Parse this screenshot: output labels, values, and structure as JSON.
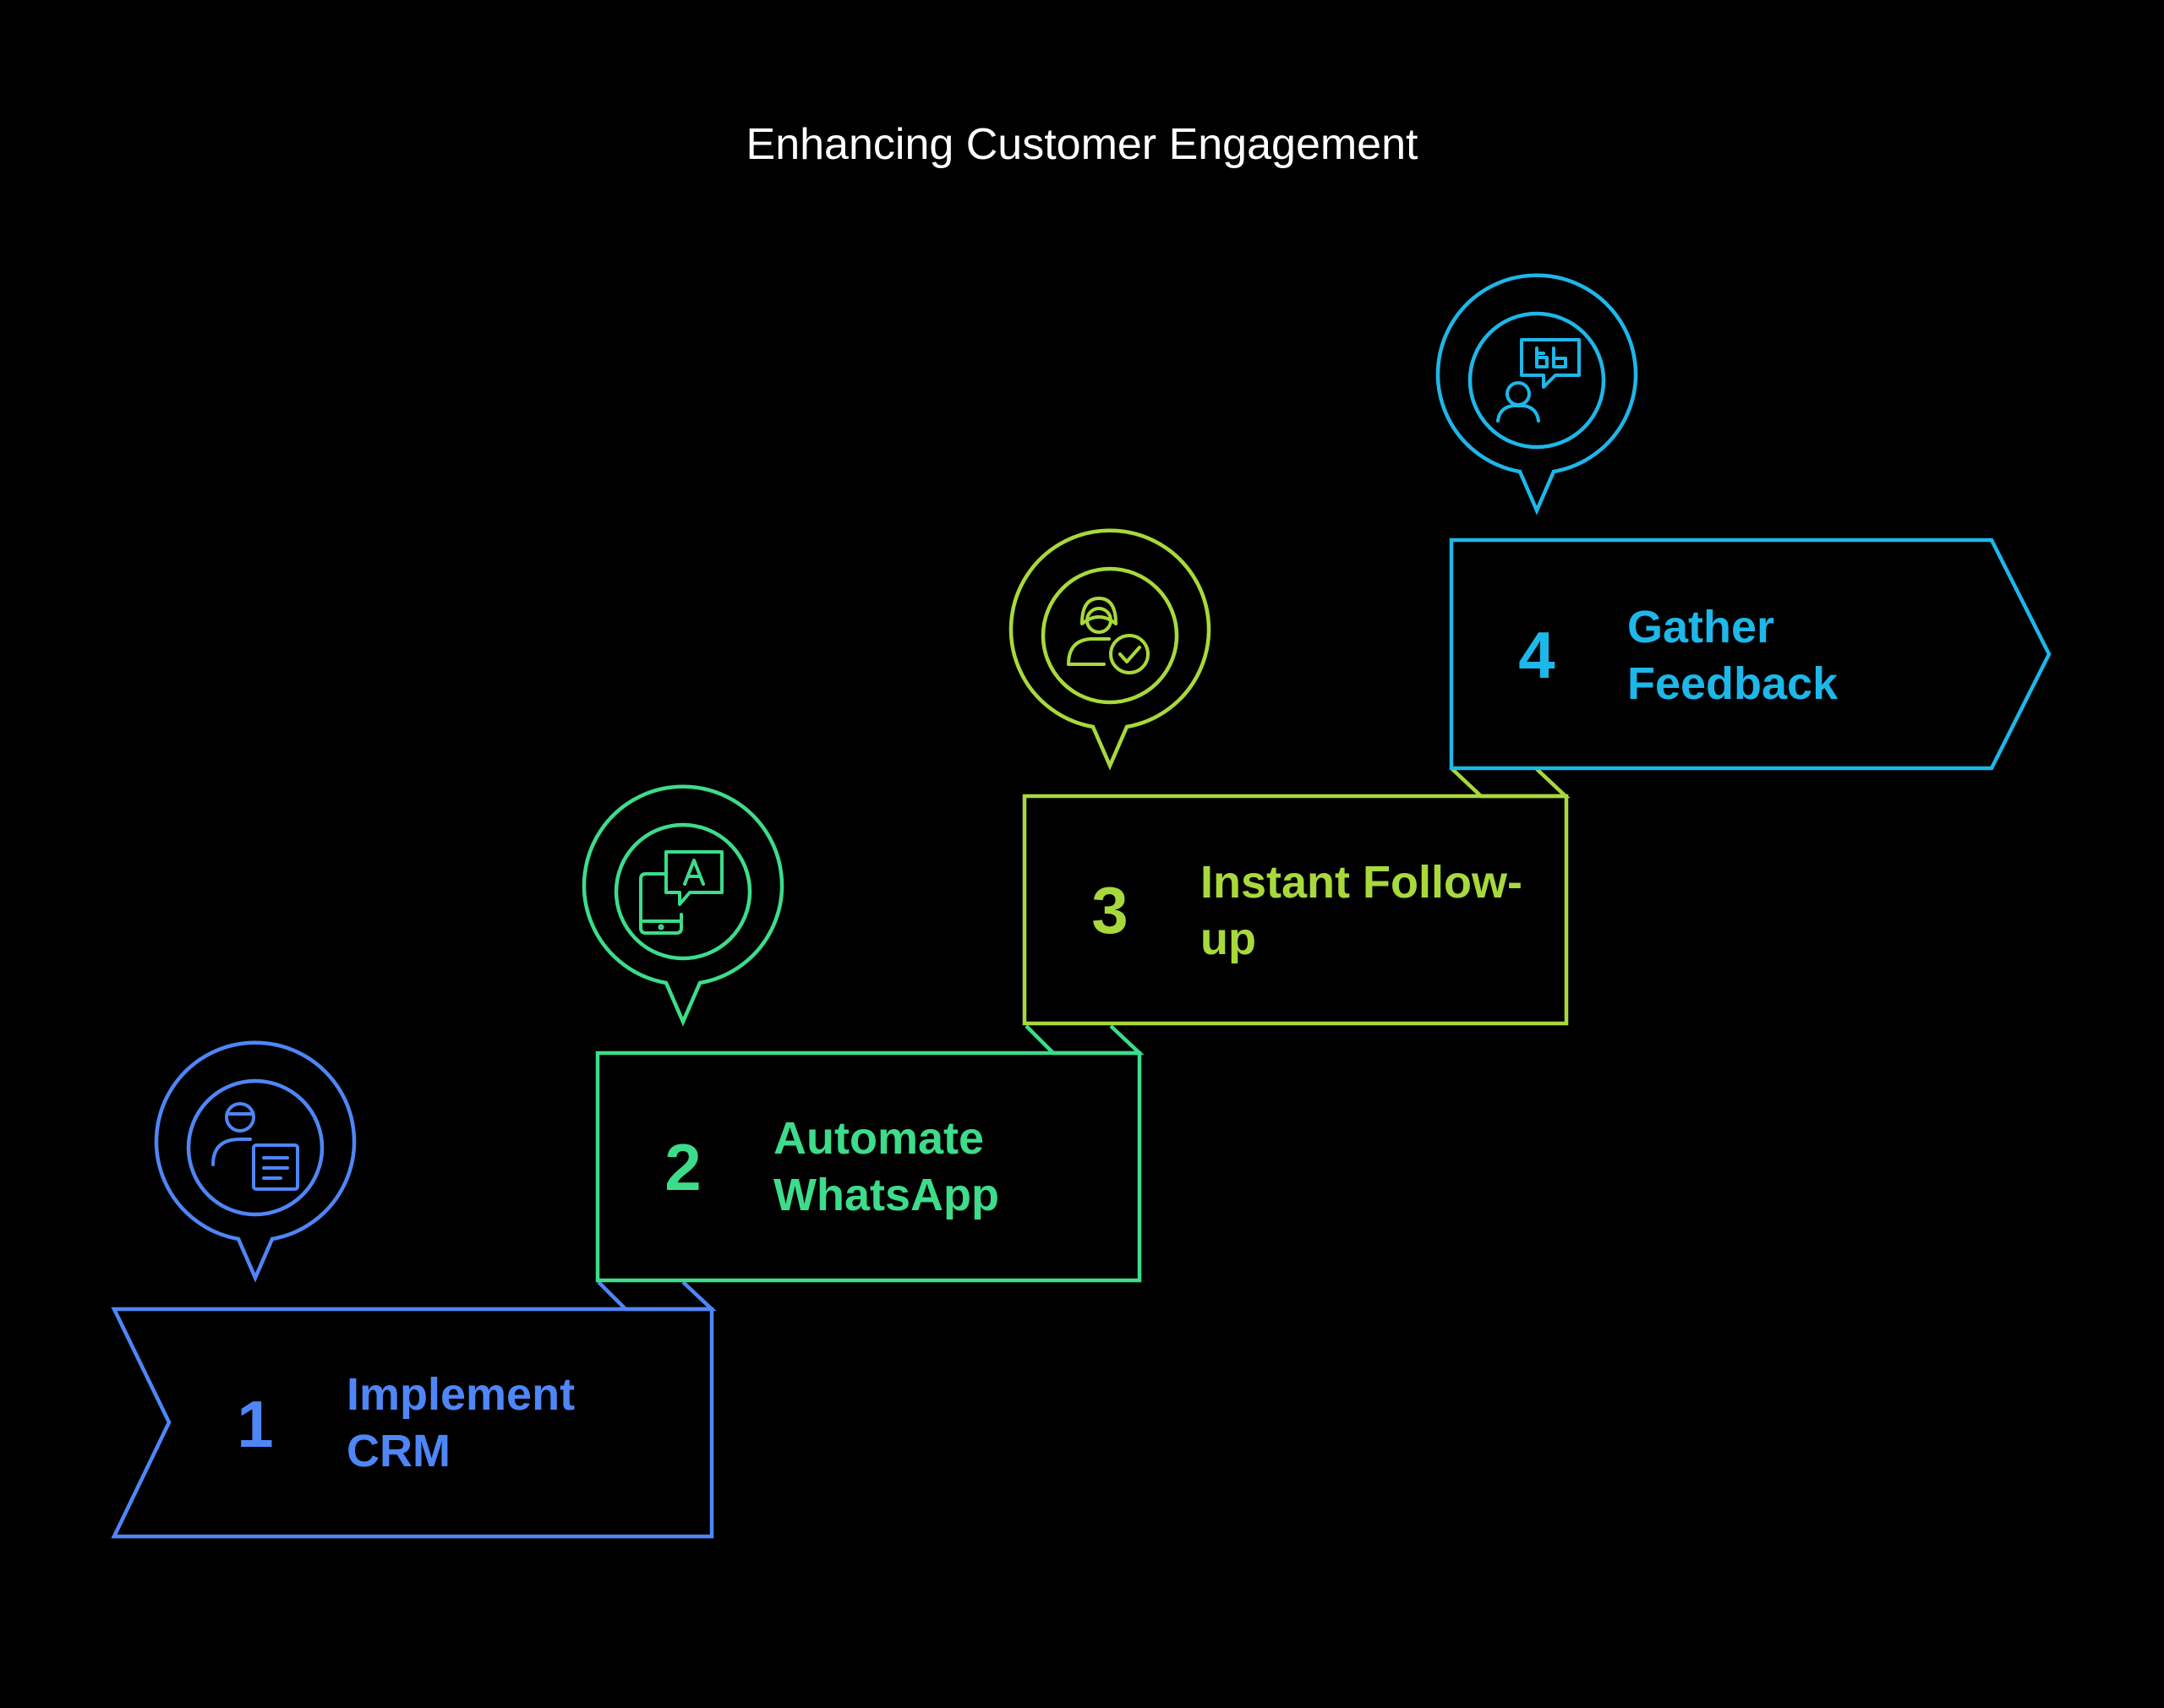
{
  "title": "Enhancing Customer Engagement",
  "steps": [
    {
      "number": "1",
      "line1": "Implement",
      "line2": "CRM",
      "color": "#4f86f7",
      "icon": "user-document-icon"
    },
    {
      "number": "2",
      "line1": "Automate",
      "line2": "WhatsApp",
      "color": "#3ddc8b",
      "icon": "phone-message-icon"
    },
    {
      "number": "3",
      "line1": "Instant Follow-",
      "line2": "up",
      "color": "#a8d93c",
      "icon": "user-check-icon"
    },
    {
      "number": "4",
      "line1": "Gather",
      "line2": "Feedback",
      "color": "#1eb7e9",
      "icon": "user-feedback-icon"
    }
  ]
}
